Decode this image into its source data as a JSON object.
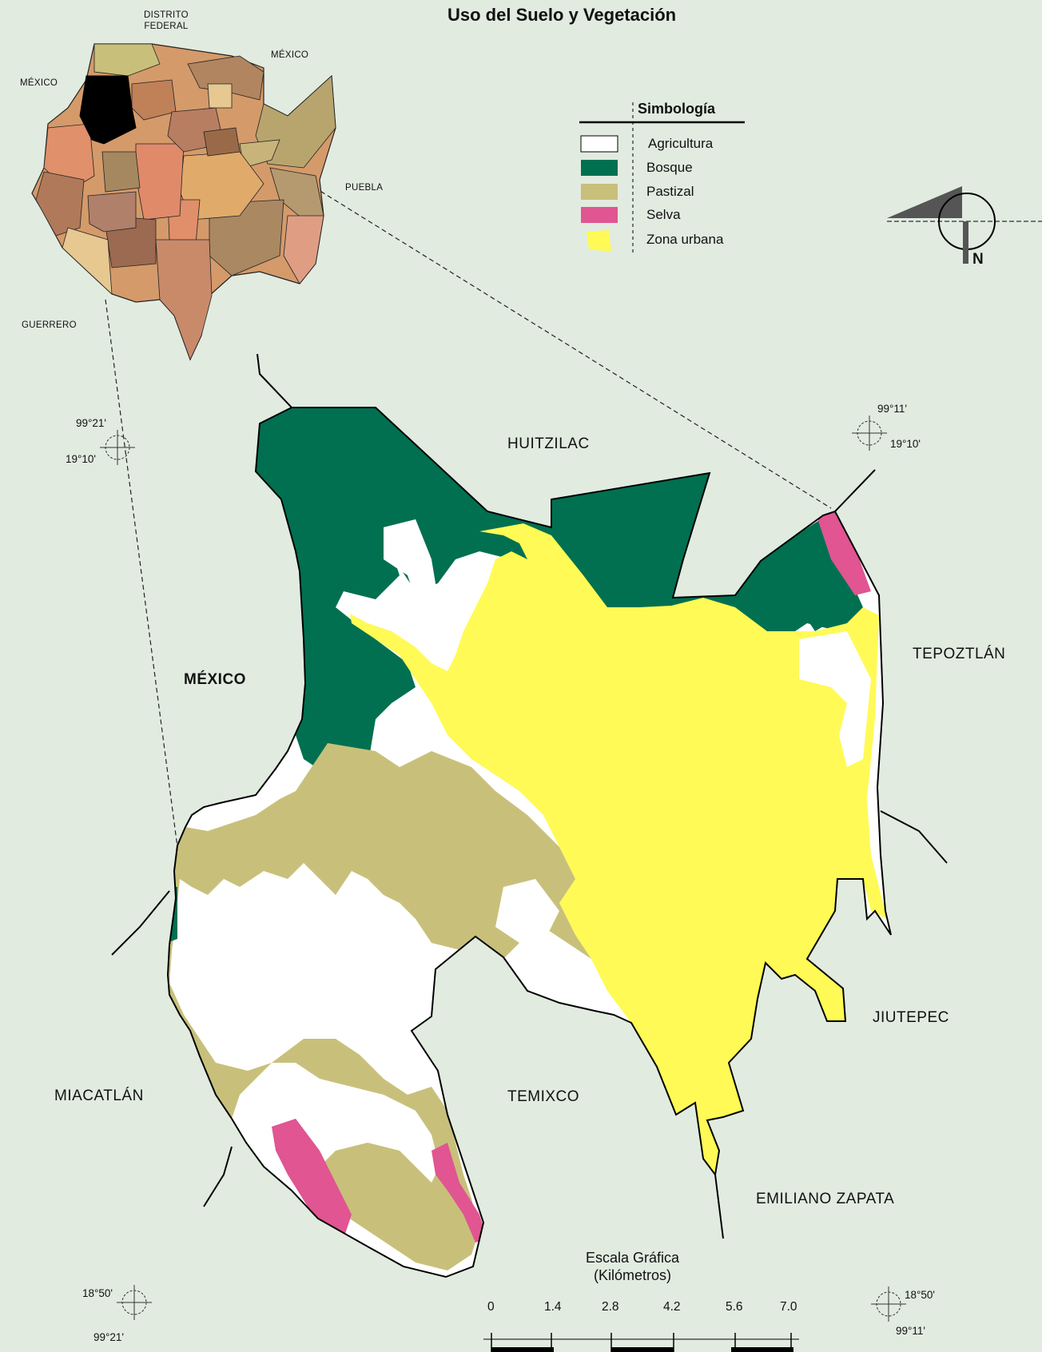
{
  "title": "Uso del Suelo y Vegetación",
  "legend": {
    "title": "Simbología",
    "items": [
      {
        "label": "Agricultura",
        "color": "#ffffff"
      },
      {
        "label": "Bosque",
        "color": "#007050"
      },
      {
        "label": "Pastizal",
        "color": "#c8c07a"
      },
      {
        "label": "Selva",
        "color": "#e05592"
      },
      {
        "label": "Zona urbana",
        "color": "#fffa55"
      }
    ]
  },
  "neighbors": {
    "huitzilac": "HUITZILAC",
    "tepoztlan": "TEPOZTLÁN",
    "mexico": "MÉXICO",
    "jiutepec": "JIUTEPEC",
    "miacatlan": "MIACATLÁN",
    "temixco": "TEMIXCO",
    "emiliano_zapata": "EMILIANO ZAPATA"
  },
  "inset": {
    "distrito_federal": "DISTRITO\nFEDERAL",
    "mexico_top": "MÉXICO",
    "mexico_left": "MÉXICO",
    "puebla": "PUEBLA",
    "guerrero": "GUERRERO"
  },
  "coordinates": {
    "nw_lon": "99°21'",
    "nw_lat": "19°10'",
    "ne_lon": "99°11'",
    "ne_lat": "19°10'",
    "sw_lat": "18°50'",
    "sw_lon": "99°21'",
    "se_lat": "18°50'",
    "se_lon": "99°11'"
  },
  "north": "N",
  "scale": {
    "title": "Escala Gráfica\n(Kilómetros)",
    "ticks": [
      "0",
      "1.4",
      "2.8",
      "4.2",
      "5.6",
      "7.0"
    ]
  },
  "colors": {
    "background": "#e1ebe0",
    "agricultura": "#ffffff",
    "bosque": "#007050",
    "pastizal": "#c8c07a",
    "selva": "#e05592",
    "urbana": "#fffa55",
    "selected_municipality": "#000000"
  }
}
